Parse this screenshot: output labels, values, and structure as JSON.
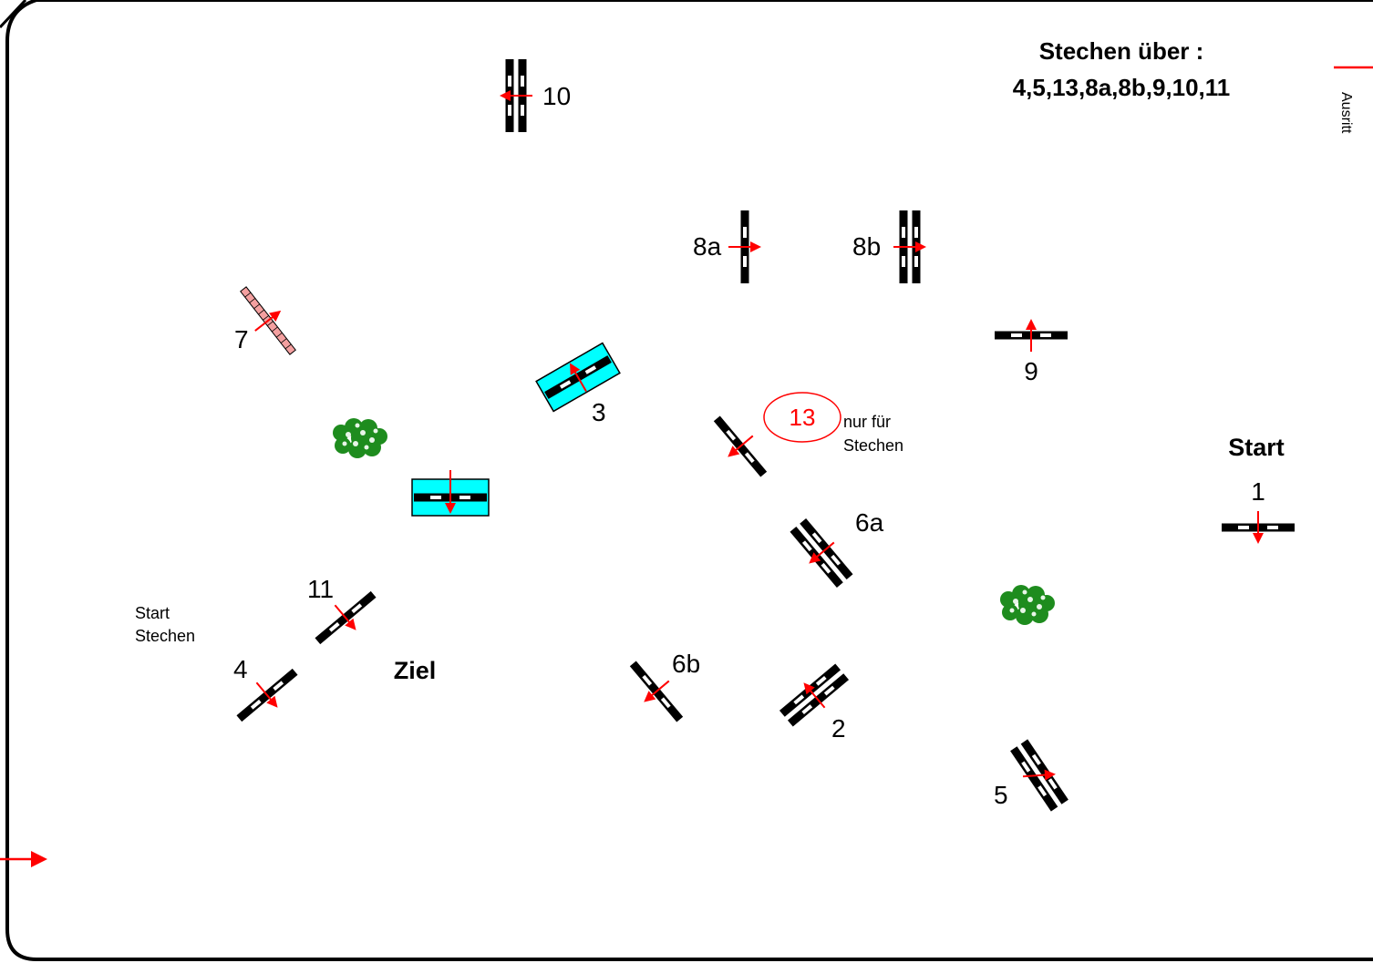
{
  "heading": {
    "line1": "Stechen über :",
    "line2": "4,5,13,8a,8b,9,10,11"
  },
  "exit_label": "Ausritt",
  "start_label": "Start",
  "finish_label": "Ziel",
  "jumpoff_start": {
    "line1": "Start",
    "line2": "Stechen"
  },
  "only_jumpoff_note": {
    "line1": "nur für",
    "line2": "Stechen"
  },
  "obstacles": {
    "n1": "1",
    "n2": "2",
    "n3": "3",
    "n4": "4",
    "n5": "5",
    "n6a": "6a",
    "n6b": "6b",
    "n7": "7",
    "n8a": "8a",
    "n8b": "8b",
    "n9": "9",
    "n10": "10",
    "n11": "11",
    "n13": "13"
  },
  "colors": {
    "rail": "#000000",
    "arrow": "#ff0000",
    "water": "#00ffff",
    "wall_rail": "#f4a0a0",
    "bush": "#1e8c1e",
    "label_13": "#ff0000"
  }
}
